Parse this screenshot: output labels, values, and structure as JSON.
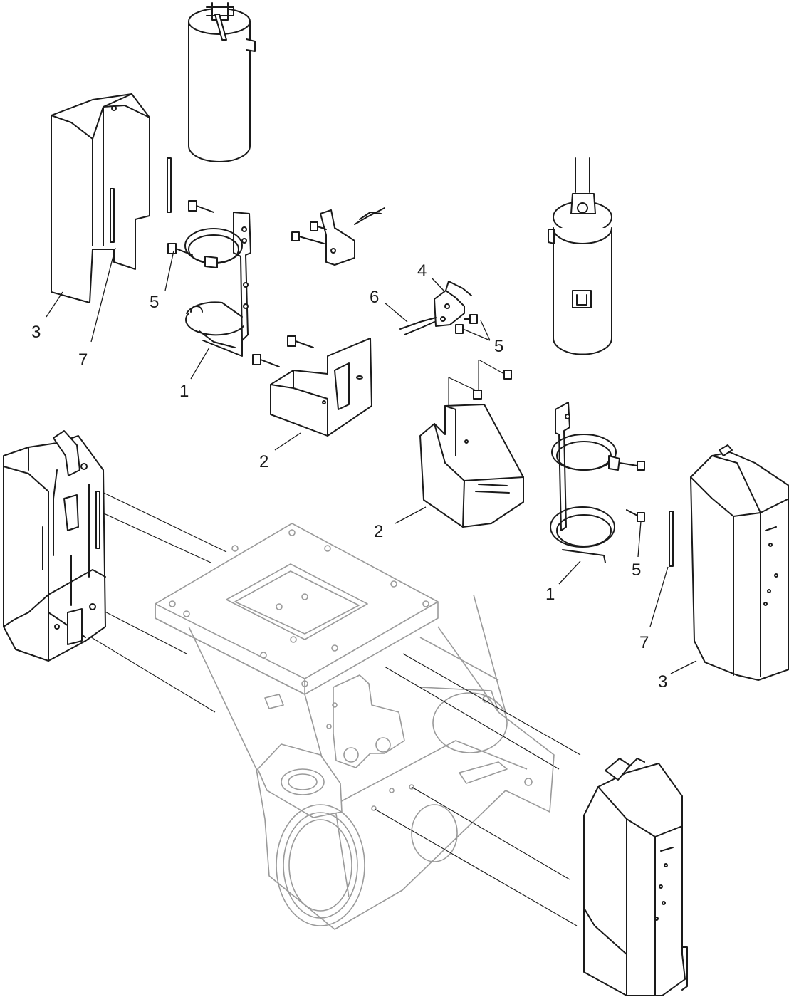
{
  "figure": {
    "callouts": [
      {
        "id": "c3-left",
        "text": "3"
      },
      {
        "id": "c7-left",
        "text": "7"
      },
      {
        "id": "c5-left",
        "text": "5"
      },
      {
        "id": "c1-left",
        "text": "1"
      },
      {
        "id": "c2-left",
        "text": "2"
      },
      {
        "id": "c4",
        "text": "4"
      },
      {
        "id": "c6",
        "text": "6"
      },
      {
        "id": "c5-right-top",
        "text": "5"
      },
      {
        "id": "c2-right",
        "text": "2"
      },
      {
        "id": "c5-right",
        "text": "5"
      },
      {
        "id": "c1-right",
        "text": "1"
      },
      {
        "id": "c7-right",
        "text": "7"
      },
      {
        "id": "c3-right",
        "text": "3"
      }
    ]
  }
}
